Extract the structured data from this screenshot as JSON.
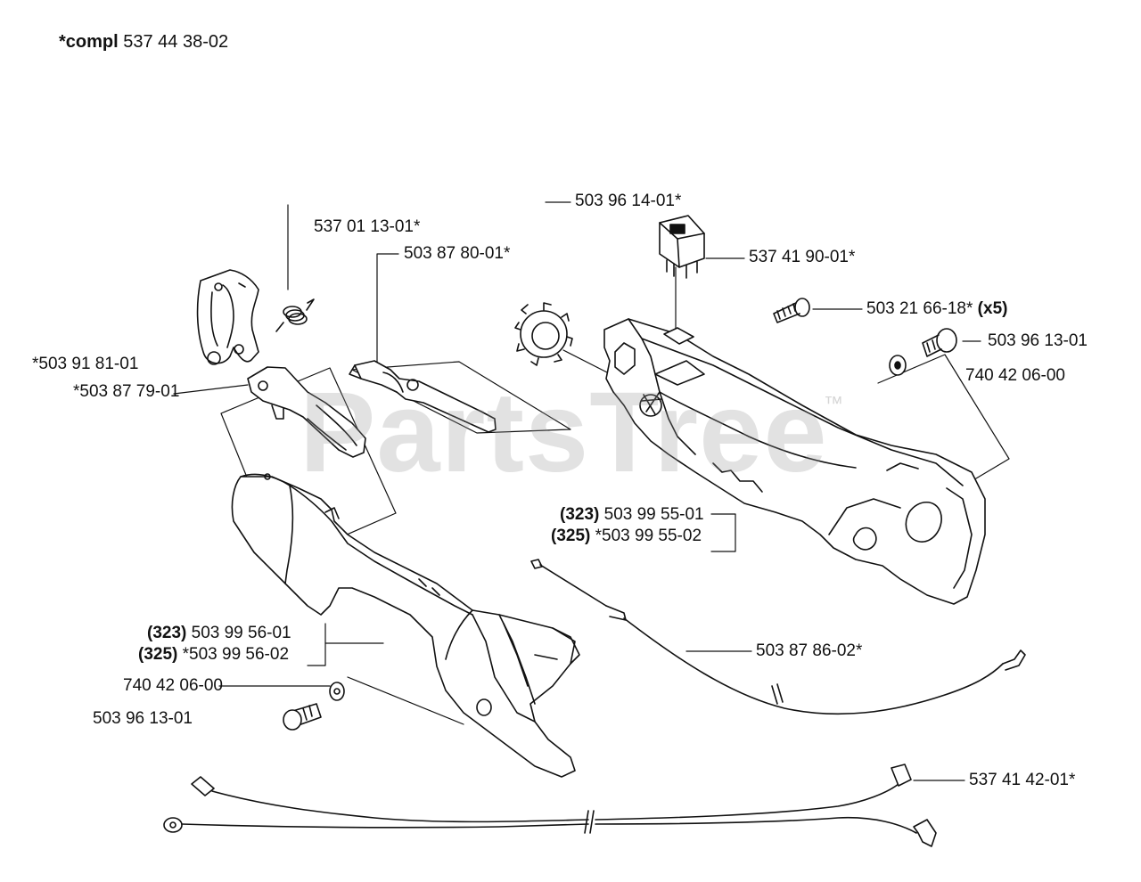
{
  "header": {
    "compl_label": "*compl",
    "compl_part": "537 44 38-02"
  },
  "watermark": {
    "brand": "PartsTree",
    "trademark": "™"
  },
  "labels": {
    "p_5039614": "503 96 14-01*",
    "p_5370113": "537 01 13-01*",
    "p_5038780": "503 87 80-01*",
    "p_5374190": "537 41 90-01*",
    "p_5032166": "503 21 66-18*",
    "p_5032166_qty": "(x5)",
    "p_5039613_r": "503 96 13-01",
    "p_7404206_r": "740 42 06-00",
    "p_5039181": "*503 91 81-01",
    "p_5038779": "*503 87 79-01",
    "p_323_a": "(323)",
    "p_5039955_01": "503 99 55-01",
    "p_325_a": "(325)",
    "p_5039955_02": "*503 99 55-02",
    "p_323_b": "(323)",
    "p_5039956_01": "503 99 56-01",
    "p_325_b": "(325)",
    "p_5039956_02": "*503 99 56-02",
    "p_5038786": "503 87 86-02*",
    "p_7404206_l": "740 42 06-00",
    "p_5039613_l": "503 96 13-01",
    "p_5374142": "537 41 42-01*"
  }
}
